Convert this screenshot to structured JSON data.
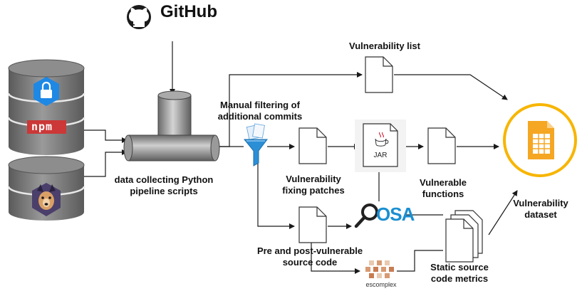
{
  "sources": {
    "github": "GitHub",
    "npm": "npm"
  },
  "labels": {
    "pipeline_line1": "data collecting Python",
    "pipeline_line2": "pipeline scripts",
    "filter_line1": "Manual filtering of",
    "filter_line2": "additional commits",
    "vuln_list": "Vulnerability list",
    "patches_line1": "Vulnerability",
    "patches_line2": "fixing patches",
    "jar": "JAR",
    "functions_line1": "Vulnerable",
    "functions_line2": "functions",
    "osa": "OSA",
    "source_line1": "Pre and post-vulnerable",
    "source_line2": "source code",
    "escomplex": "escomplex",
    "metrics_line1": "Static source",
    "metrics_line2": "code metrics",
    "dataset_line1": "Vulnerability",
    "dataset_line2": "dataset"
  },
  "colors": {
    "line": "#1a1a1a",
    "db_gray": "#6e6e6e",
    "pipe_gray": "#8a8a8a",
    "npm_red": "#cb3837",
    "lock_blue": "#1e88e5",
    "funnel_blue": "#2b8fd6",
    "osa_blue": "#1a8fd1",
    "dataset_orange": "#f5a623",
    "dataset_ring": "#f7b500"
  }
}
